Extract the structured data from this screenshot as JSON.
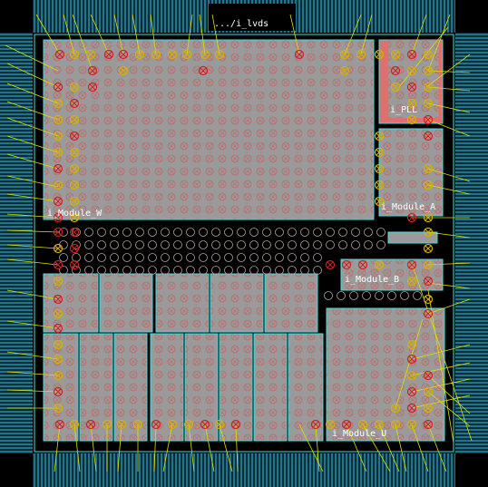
{
  "window": {
    "title": ".../i_lvds"
  },
  "modules": [
    {
      "id": "mod-w",
      "label": "i_Module_W"
    },
    {
      "id": "mod-pll",
      "label": "i_PLL"
    },
    {
      "id": "mod-a",
      "label": "i_Module_A"
    },
    {
      "id": "mod-b",
      "label": "i_Module_B"
    },
    {
      "id": "mod-u",
      "label": "i_Module_U"
    }
  ],
  "colors": {
    "background": "#000000",
    "io_ring": "#2aa8c8",
    "macro_fill": "#9a9a9a",
    "macro_outline": "#40e0e0",
    "pll_highlight": "#e07070",
    "pin_red": "#d02020",
    "pin_yellow": "#d8b000",
    "flyline": "#e0e000",
    "grid_hatch": "#c06060"
  },
  "icons": {
    "pin_marker": "circle-cross-icon"
  }
}
